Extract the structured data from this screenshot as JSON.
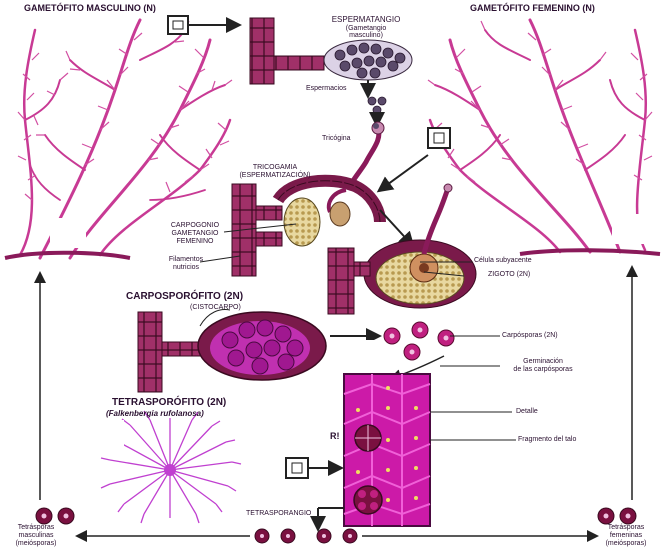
{
  "labels": {
    "male_gametophyte": "GAMETÓFITO MASCULINO (N)",
    "female_gametophyte": "GAMETÓFITO FEMENINO (N)",
    "spermatangium": "ESPERMATANGIO",
    "spermatangium_sub1": "(Gametangio",
    "spermatangium_sub2": "masculino)",
    "spermatia": "Espermacios",
    "trichogyne": "Tricógina",
    "trichogamy1": "TRICOGAMIA",
    "trichogamy2": "(ESPERMATIZACIÓN)",
    "carpogonium1": "CARPOGONIO",
    "carpogonium2": "GAMETANGIO",
    "carpogonium3": "FEMENINO",
    "nutritive_filaments1": "Filamentos",
    "nutritive_filaments2": "nutricios",
    "subjacent_cell": "Célula subyacente",
    "zygote": "ZIGOTO (2N)",
    "carposporophyte": "CARPOSPORÓFITO (2N)",
    "cystocarp": "(CISTOCARPO)",
    "carpospores": "Carpósporas (2N)",
    "germination1": "Germinación",
    "germination2": "de las carpósporas",
    "tetrasporophyte1": "TETRASPORÓFITO (2N)",
    "tetrasporophyte2": "(Falkenbergia rufolanosa)",
    "detail": "Detalle",
    "thallus_fragment": "Fragmento del talo",
    "ri": "R!",
    "tetrasporangium": "TETRASPORANGIO",
    "tetraspores_male1": "Tetrásporas",
    "tetraspores_male2": "masculinas",
    "tetraspores_male3": "(meiósporas)",
    "tetraspores_female1": "Tetrásporas",
    "tetraspores_female2": "femeninas",
    "tetraspores_female3": "(meiósporas)"
  },
  "colors": {
    "thallus": "#d0409a",
    "thallus_dark": "#8a1a5a",
    "cell_fill": "#a03068",
    "cell_stroke": "#3a0a20",
    "magenta": "#e020c8",
    "spore": "#7a1040",
    "ink": "#222222",
    "nucleus": "#f0e060"
  }
}
